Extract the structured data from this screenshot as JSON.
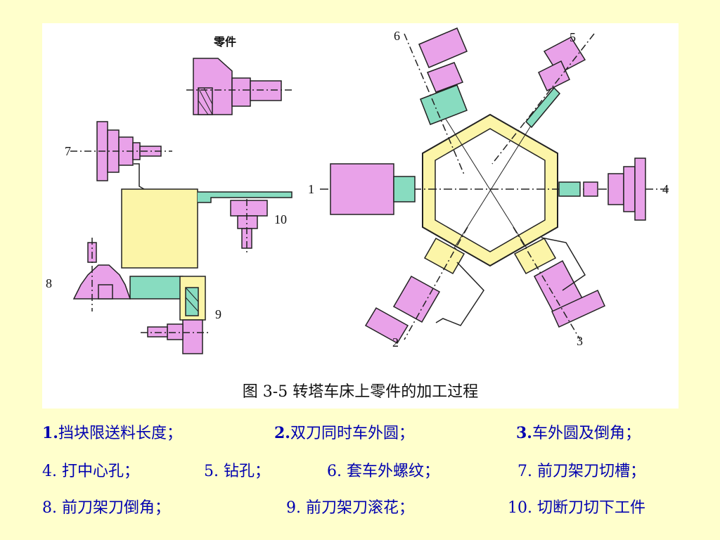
{
  "figure": {
    "part_label": "零件",
    "caption": "图 3-5   转塔车床上零件的加工过程",
    "station_numbers": [
      "1",
      "2",
      "3",
      "4",
      "5",
      "6",
      "7",
      "8",
      "9",
      "10"
    ]
  },
  "legend": {
    "row1": [
      {
        "num": "1.",
        "text": "挡块限送料长度；"
      },
      {
        "num": "2.",
        "text": "双刀同时车外圆；"
      },
      {
        "num": "3.",
        "text": "车外圆及倒角；"
      }
    ],
    "row2": [
      {
        "num": "4. ",
        "text": "打中心孔；"
      },
      {
        "num": "5. ",
        "text": "钻孔；"
      },
      {
        "num": "6. ",
        "text": "套车外螺纹；"
      },
      {
        "num": "7. ",
        "text": "前刀架刀切槽；"
      }
    ],
    "row3": [
      {
        "num": "8. ",
        "text": "前刀架刀倒角；"
      },
      {
        "num": "9. ",
        "text": "前刀架刀滚花；"
      },
      {
        "num": "10. ",
        "text": "切断刀切下工件"
      }
    ]
  },
  "colors": {
    "background": "#ffffcc",
    "legend_text": "#0000b0",
    "turret": "#fcf5a8",
    "tool": "#e9a2e9",
    "holder": "#88dcc0",
    "outline": "#222222"
  }
}
